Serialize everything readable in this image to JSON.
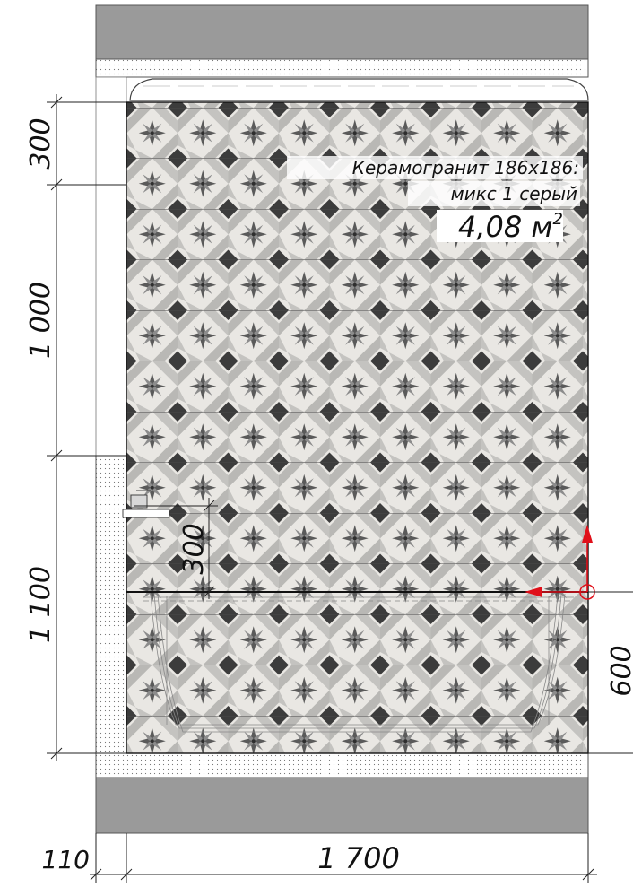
{
  "material": {
    "line1": "Керамогранит 186х186:",
    "line2": "микс 1 серый",
    "area_value": "4,08 м",
    "area_sup": "2"
  },
  "dimensions": {
    "left_top": "300",
    "left_middle": "1 000",
    "left_bottom": "1 100",
    "mixer_height": "300",
    "right_bath": "600",
    "bottom_wall": "110",
    "bottom_width": "1 700"
  },
  "colors": {
    "slab": "#9a9a9a",
    "tile_light": "#e9e7e3",
    "tile_mid": "#8c8c8c",
    "tile_dark": "#3c3c3c",
    "axis_red": "#e0101a"
  }
}
